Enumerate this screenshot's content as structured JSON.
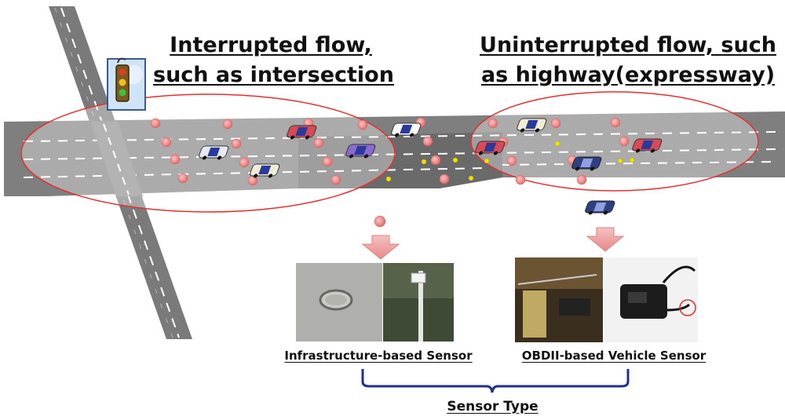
{
  "labels": {
    "interrupted_line1": "Interrupted flow,",
    "interrupted_line2": "such as intersection",
    "uninterrupted_line1": "Uninterrupted flow, such",
    "uninterrupted_line2": "as highway(expressway)",
    "infra_sensor": "Infrastructure-based Sensor",
    "obd_sensor": "OBDII-based Vehicle Sensor",
    "sensor_type": "Sensor Type"
  },
  "colors": {
    "road": "#8a8a8a",
    "road_dark": "#5e5e5e",
    "lane_marking": "#ffffff",
    "zone_outline": "#e23030",
    "sensor_dot": "#f07b7b",
    "probe_dot": "#e8d800",
    "arrow": "#f2a0a0",
    "bracket": "#1f2f8a",
    "car_white": "#e8eaf3",
    "car_red": "#d84a55",
    "car_purple": "#8a6ad0",
    "car_navy": "#2f3f80"
  },
  "icons": {
    "traffic_light": "traffic-light-icon",
    "vehicle": "car-icon"
  }
}
